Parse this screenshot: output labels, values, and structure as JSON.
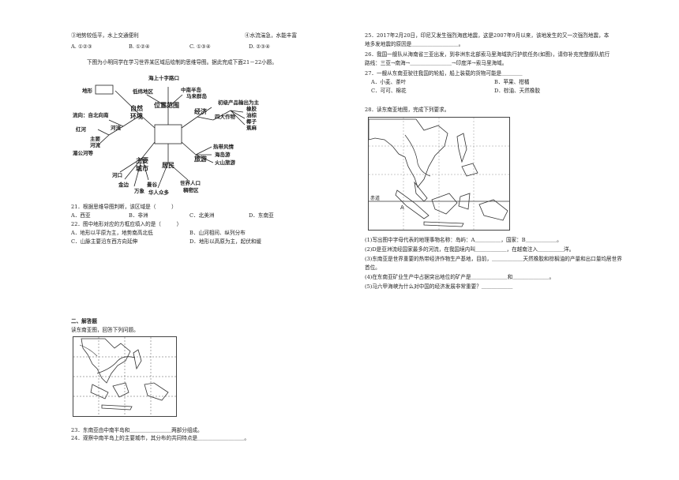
{
  "top_options": {
    "opt3": "③地势较低平，水上交通便利",
    "opt4": "④水流湍急，水能丰富",
    "A": "A. ①②③",
    "B": "B. ①②④",
    "C": "C. ①③④",
    "D": "D. ②③④"
  },
  "intro_21_22": "下图为小明同学在学习世界某区域后绘制的思维导图。据此完成下面21－22小题。",
  "mindmap": {
    "haishang": "海上十字路口",
    "diwei": "低纬地区",
    "zhongnan": "中南半岛",
    "malai": "马来群岛",
    "weizhi": "位置范围",
    "dixing": "地形",
    "ziran": "自然",
    "huanjing": "环境",
    "liuxiang": "流向：自北向南",
    "heliu": "河流",
    "honghe": "红河",
    "zhuyao_hl": "主要",
    "heliu2": "河流",
    "meigong": "湄公河等",
    "jingji": "经济",
    "chuji": "初级产品输出为主",
    "sida": "四大作物",
    "xiangjiao": "橡胶",
    "youzong": "油棕",
    "yezi": "椰子",
    "jiaoma": "蕉麻",
    "lvyou": "旅游",
    "redai": "热带风情",
    "haidao": "海岛游",
    "huoshan": "火山旅游",
    "zhuyao_cs": "主要",
    "chengshi": "城市",
    "hekou": "河口",
    "jinbian": "金边",
    "wanxiang": "万象",
    "mangu": "曼谷",
    "jumin": "居民",
    "huaren": "华人众多",
    "shijie": "世界人口",
    "choumi": "稠密区"
  },
  "q21": "21．根据思维导图判断，该区域是（　　　）",
  "q21_opts": [
    "A．西亚",
    "B．非洲",
    "C．北美洲",
    "D．东南亚"
  ],
  "q22": "22．图中地形对应的方框应填入的是（　　　）",
  "q22_opts": [
    "A．地形以平原为主，地势南高北低",
    "B．山河相间、纵列分布",
    "C．山脉主要沿东西方向延伸",
    "D．地形以高原为主，起伏和缓"
  ],
  "section2": "二、解答题",
  "read_map": "读东南亚图，回答下列问题。",
  "q23": "23．东南亚由中南半岛和＿＿＿＿＿＿＿＿两部分组成。",
  "q24": "24．观察中南半岛上的主要城市，其分布的共同特点是＿＿＿＿＿＿＿＿＿。",
  "q25a": "25．2017年2月20日，印尼又发生强烈海底地震，这是2007年9月以来，该地发生的又一次强烈地震，本",
  "q25b": "地多发地震的原因是＿＿＿＿＿＿＿＿＿。",
  "q26a": "26．我国一舰队从海南省三亚出发，到非洲东北部索马里海域执行护航任务(如图)，请你补充完整舰队航行",
  "q26b": "路线：三亚→南海→＿＿＿＿＿＿＿＿→印度洋→索马里海域。",
  "q27": "27．一艘从东南亚驶往我国的轮船，船上装载的货物可能是＿＿＿＿",
  "q27_opts": [
    "A．小麦、茶叶",
    "B．苹果、柑橘",
    "C．可可、棉花",
    "D．棕油、天然橡胶"
  ],
  "q28": "28．读东南亚地图，完成下列要求。",
  "map2_label_a": "A",
  "map2_label_eq": "赤道",
  "sub1": "(1)写出图中字母代表的地理事物名称：岛屿：A＿＿＿＿＿，国家：B＿＿＿＿＿＿。",
  "sub2": "(2)D是亚洲流经国家最多的河流，在我国境内叫＿＿＿＿＿＿，在越南注入＿＿＿＿＿洋。",
  "sub3a": "(3)东南亚是世界重要的热带经济作物生产基地，目前，＿＿＿＿＿＿天然橡胶和棕榈油的产量和出口量均居世界",
  "sub3b": "首位。",
  "sub4": "(4)在东南亚矿业生产中占据突出地位的矿产是＿＿＿＿＿＿＿和＿＿＿＿＿＿＿。",
  "sub5": "(5)马六甲海峡为什么对中国的经济发展非常重要？＿＿＿＿＿＿"
}
